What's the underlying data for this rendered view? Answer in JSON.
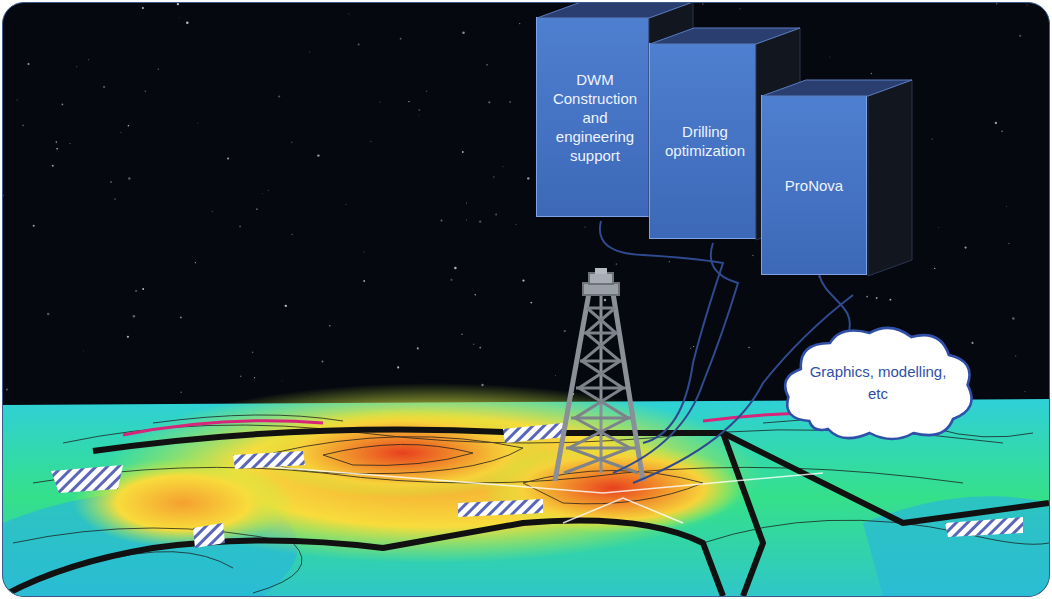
{
  "diagram": {
    "nodes": [
      {
        "text": [
          "DWM Construction and engineering support"
        ]
      },
      {
        "text": [
          "Drilling optimization"
        ]
      },
      {
        "text": [
          "ProNova"
        ]
      },
      {
        "text": [
          "Graphics, modelling, etc"
        ]
      }
    ],
    "edges": [
      {
        "from": 2,
        "to": 3,
        "arrow": "none"
      }
    ]
  }
}
